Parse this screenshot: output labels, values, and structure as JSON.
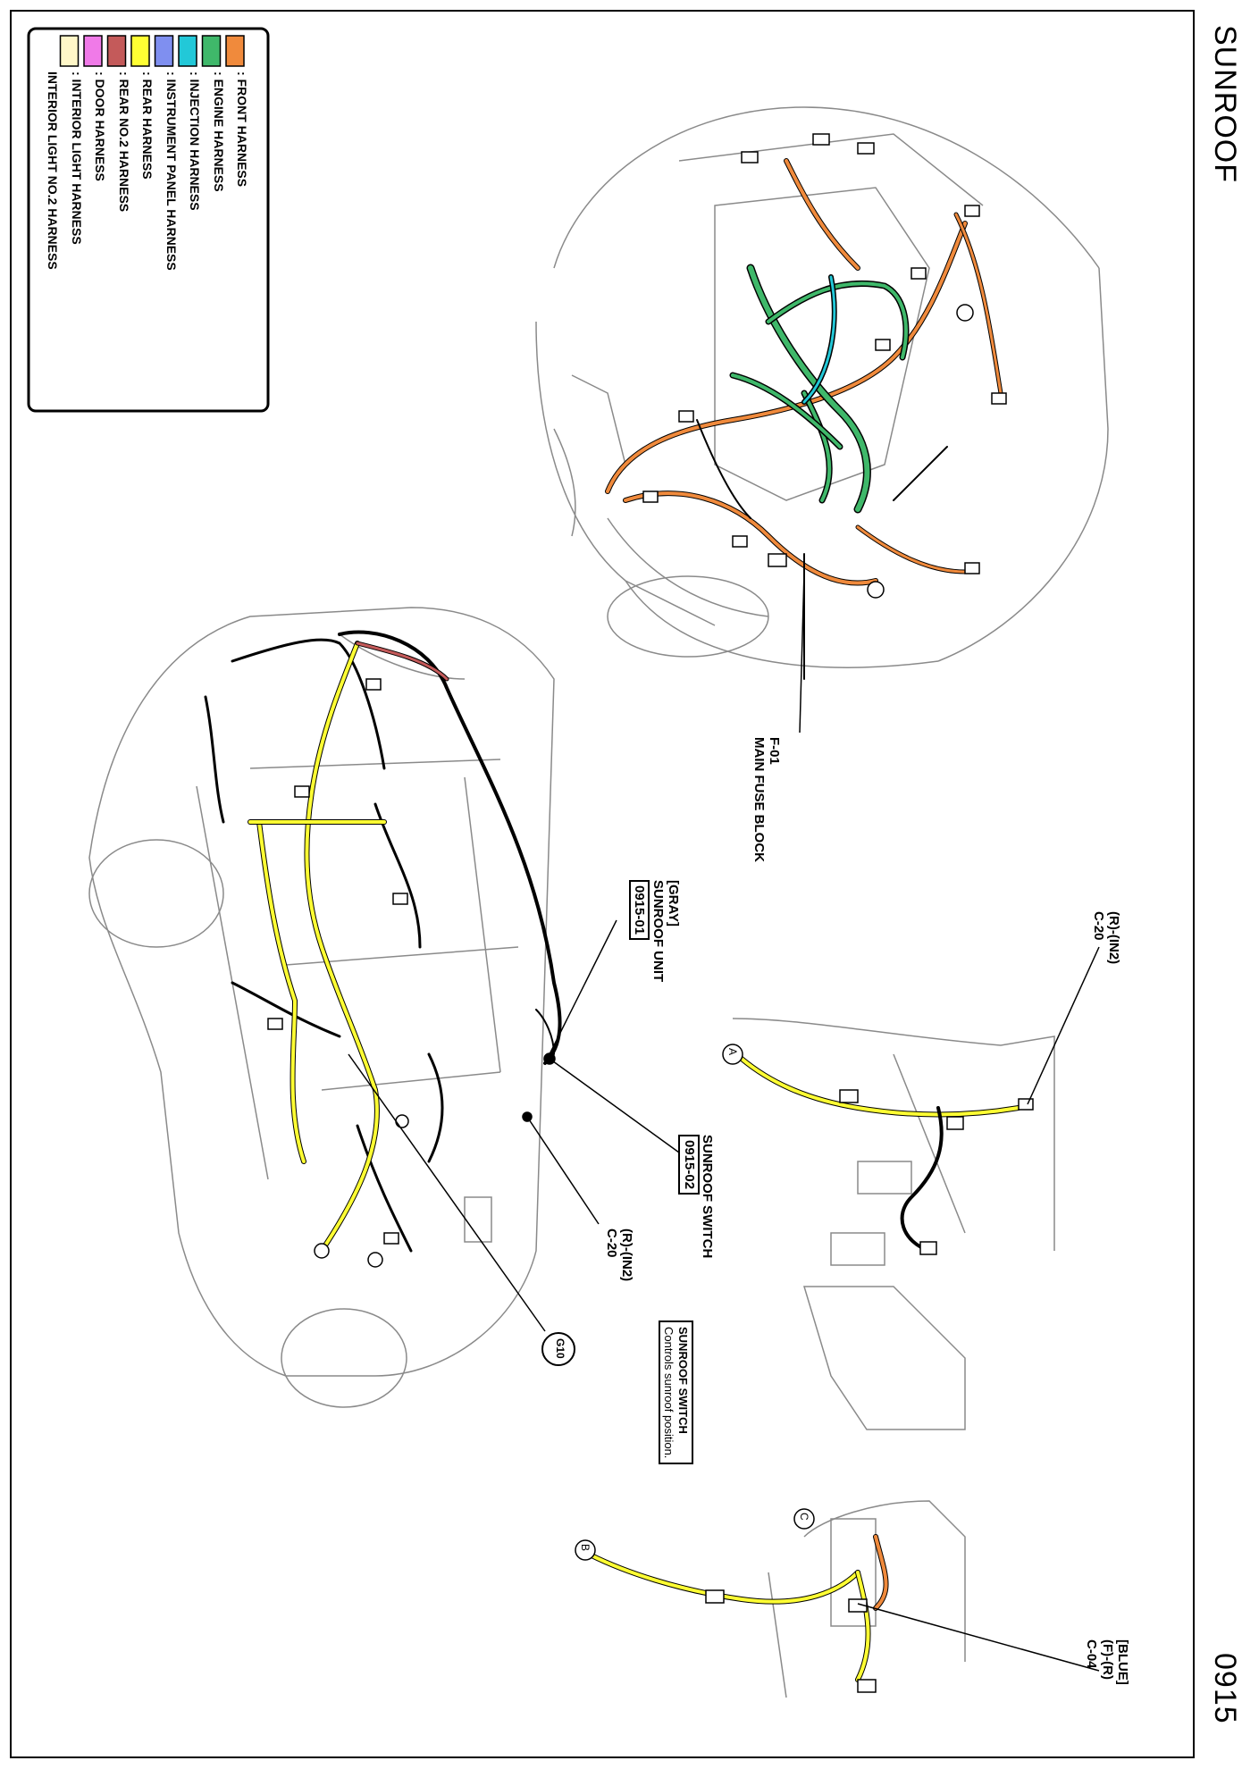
{
  "page": {
    "title": "SUNROOF",
    "number": "0915"
  },
  "legend": [
    {
      "color": "#f08a3c",
      "label": ": FRONT HARNESS"
    },
    {
      "color": "#3fb86a",
      "label": ": ENGINE HARNESS"
    },
    {
      "color": "#22c8d8",
      "label": ": INJECTION HARNESS"
    },
    {
      "color": "#7f8ff0",
      "label": ": INSTRUMENT PANEL HARNESS"
    },
    {
      "color": "#ffff33",
      "label": ": REAR HARNESS"
    },
    {
      "color": "#c45a5a",
      "label": ": REAR NO.2 HARNESS"
    },
    {
      "color": "#f07ae8",
      "label": ": DOOR HARNESS"
    },
    {
      "color": "#fff7c8",
      "label": ": INTERIOR LIGHT HARNESS"
    },
    {
      "color": "",
      "label": "  INTERIOR LIGHT NO.2 HARNESS"
    }
  ],
  "callouts": {
    "main_fuse": {
      "code": "F-01",
      "name": "MAIN FUSE BLOCK"
    },
    "c20_top": {
      "line1": "(R)-(IN2)",
      "line2": "C-20"
    },
    "sunroof_unit": {
      "color": "[GRAY]",
      "name": "SUNROOF UNIT",
      "code": "0915-01"
    },
    "sunroof_switch": {
      "name": "SUNROOF SWITCH",
      "code": "0915-02"
    },
    "c20_mid": {
      "line1": "(R)-(IN2)",
      "line2": "C-20"
    },
    "ground": {
      "label": "G10"
    },
    "c04": {
      "line1": "[BLUE]",
      "line2": "(F)-(R)",
      "line3": "C-04"
    }
  },
  "note": {
    "title": "SUNROOF SWITCH",
    "text": "Controls sunroof position."
  },
  "markers": {
    "a": "A",
    "b": "B",
    "c": "C"
  }
}
